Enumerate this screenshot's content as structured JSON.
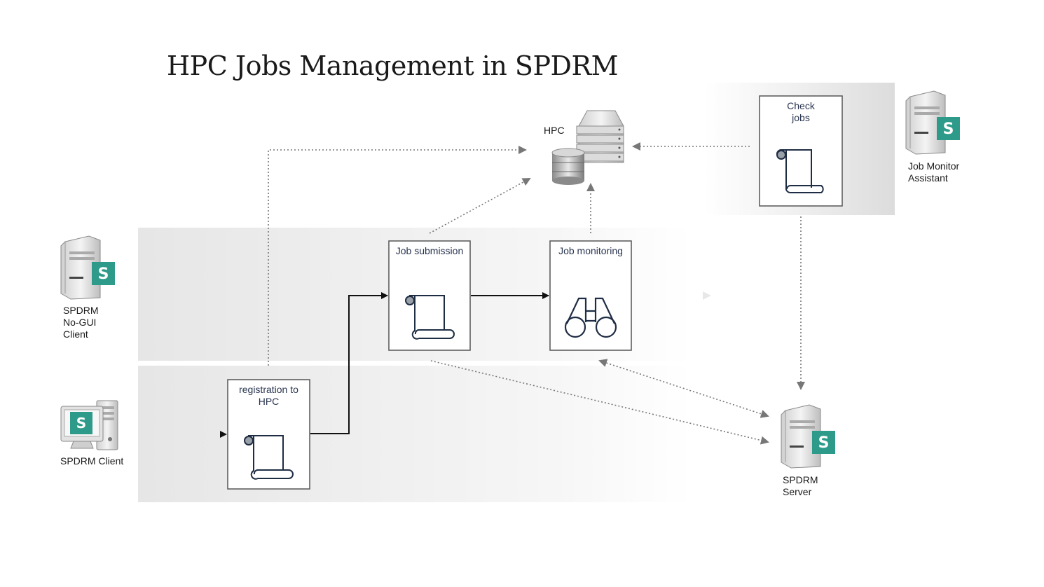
{
  "title": "HPC Jobs Management in SPDRM",
  "nodes": {
    "hpc": {
      "label": "HPC",
      "icon": "server-database-icon"
    },
    "job_monitor_assistant": {
      "label": "Job Monitor\nAssistant",
      "icon": "server-spdrm-icon"
    },
    "nogui_client": {
      "label": "SPDRM\nNo-GUI\nClient",
      "icon": "server-spdrm-icon"
    },
    "spdrm_client": {
      "label": "SPDRM Client",
      "icon": "workstation-spdrm-icon"
    },
    "spdrm_server": {
      "label": "SPDRM\nServer",
      "icon": "server-spdrm-icon"
    }
  },
  "processes": {
    "check_jobs": {
      "label": "Check\njobs",
      "icon": "script-scroll-icon"
    },
    "job_submission": {
      "label": "Job submission",
      "icon": "script-scroll-icon"
    },
    "job_monitoring": {
      "label": "Job monitoring",
      "icon": "binoculars-icon"
    },
    "registration": {
      "label": "registration to\nHPC",
      "icon": "script-scroll-icon"
    }
  },
  "colors": {
    "brand_teal": "#2e9a8a",
    "band_gray": "#e9e9e9",
    "box_border": "#555555",
    "dotted_arrow": "#777777",
    "solid_arrow": "#111111",
    "scroll_stroke": "#1f2d44"
  }
}
